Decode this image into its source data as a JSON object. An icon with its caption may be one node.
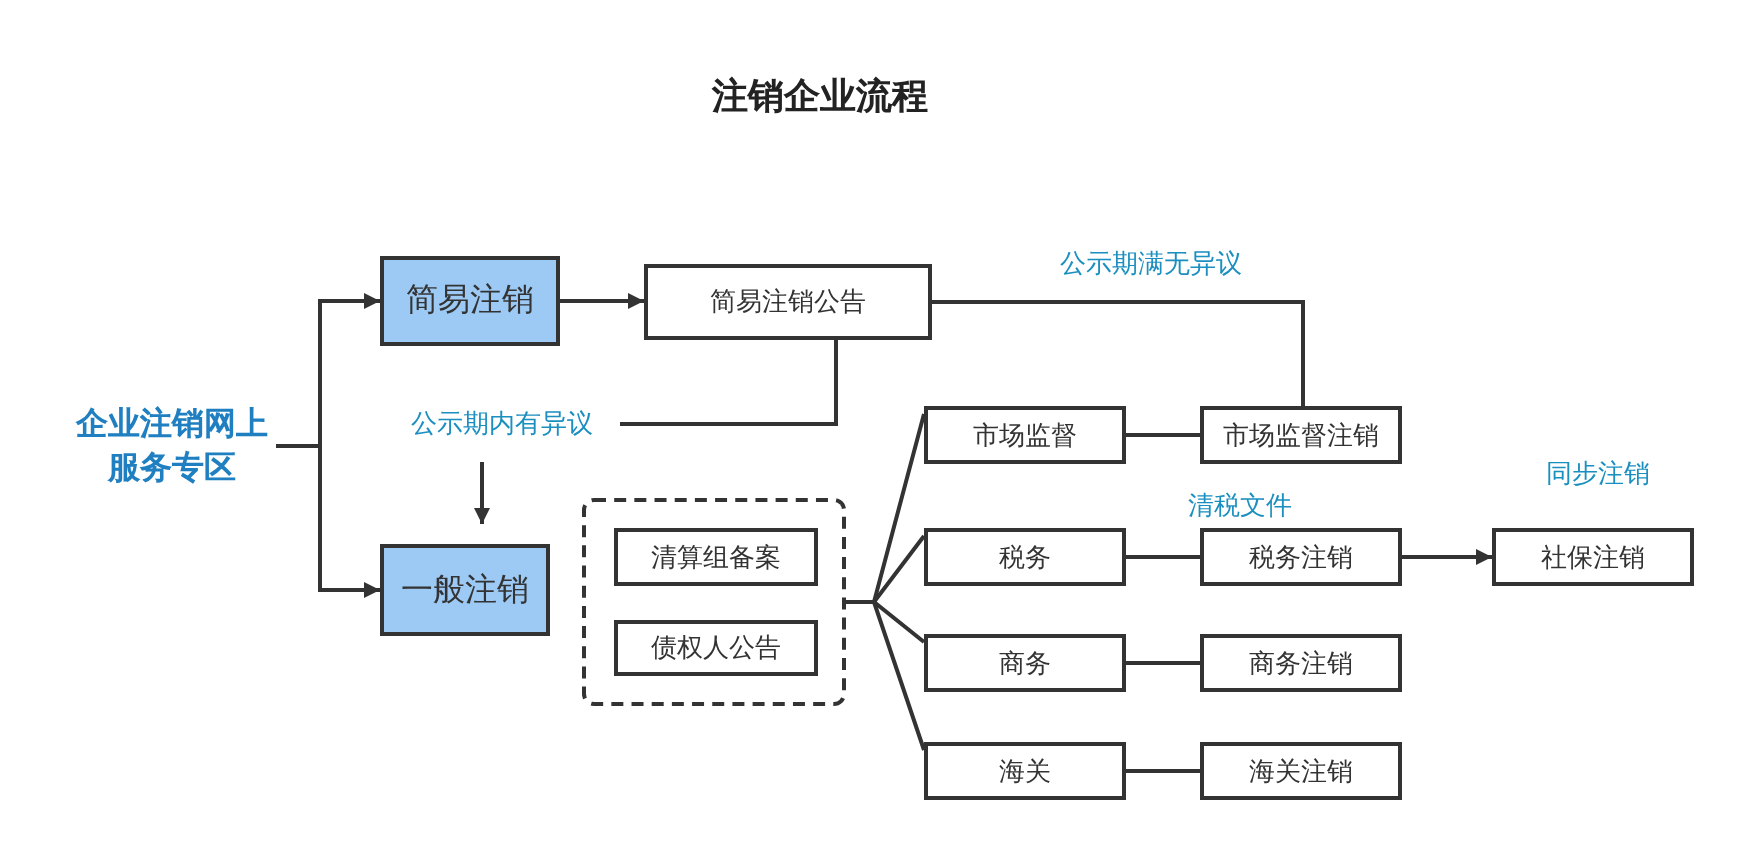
{
  "diagram": {
    "title": "注销企业流程",
    "nodes": [
      {
        "text": [
          "企业注销网上服务专区"
        ]
      },
      {
        "text": [
          "简易注销"
        ]
      },
      {
        "text": [
          "简易注销公告"
        ]
      },
      {
        "text": [
          "一般注销"
        ]
      },
      {
        "text": [],
        "shape": "box"
      },
      {
        "text": [
          "清算组备案"
        ],
        "in": 4
      },
      {
        "text": [
          "债权人公告"
        ],
        "in": 4
      },
      {
        "text": [
          "市场监督"
        ]
      },
      {
        "text": [
          "税务"
        ]
      },
      {
        "text": [
          "商务"
        ]
      },
      {
        "text": [
          "海关"
        ]
      },
      {
        "text": [
          "市场监督注销"
        ]
      },
      {
        "text": [
          "税务注销"
        ]
      },
      {
        "text": [
          "商务注销"
        ]
      },
      {
        "text": [
          "海关注销"
        ]
      },
      {
        "text": [
          "社保注销"
        ]
      },
      {
        "text": [
          "公示期内有异议"
        ]
      }
    ],
    "edges": [
      {
        "from": 0,
        "to": 1,
        "arrow": "to"
      },
      {
        "from": 0,
        "to": 3,
        "arrow": "to"
      },
      {
        "from": 1,
        "to": 2,
        "arrow": "to"
      },
      {
        "from": 2,
        "to": 11,
        "arrow": "none",
        "label": "公示期满无异议"
      },
      {
        "from": 2,
        "to": 16,
        "arrow": "none"
      },
      {
        "from": 16,
        "to": 3,
        "arrow": "to"
      },
      {
        "from": 4,
        "to": 7,
        "arrow": "none"
      },
      {
        "from": 4,
        "to": 8,
        "arrow": "none"
      },
      {
        "from": 4,
        "to": 9,
        "arrow": "none"
      },
      {
        "from": 4,
        "to": 10,
        "arrow": "none"
      },
      {
        "from": 7,
        "to": 11,
        "arrow": "none"
      },
      {
        "from": 8,
        "to": 12,
        "arrow": "none"
      },
      {
        "from": 9,
        "to": 13,
        "arrow": "none"
      },
      {
        "from": 10,
        "to": 14,
        "arrow": "none"
      },
      {
        "from": 12,
        "to": 15,
        "arrow": "to",
        "label": "同步注销"
      }
    ],
    "labels": [
      "清税文件"
    ]
  }
}
